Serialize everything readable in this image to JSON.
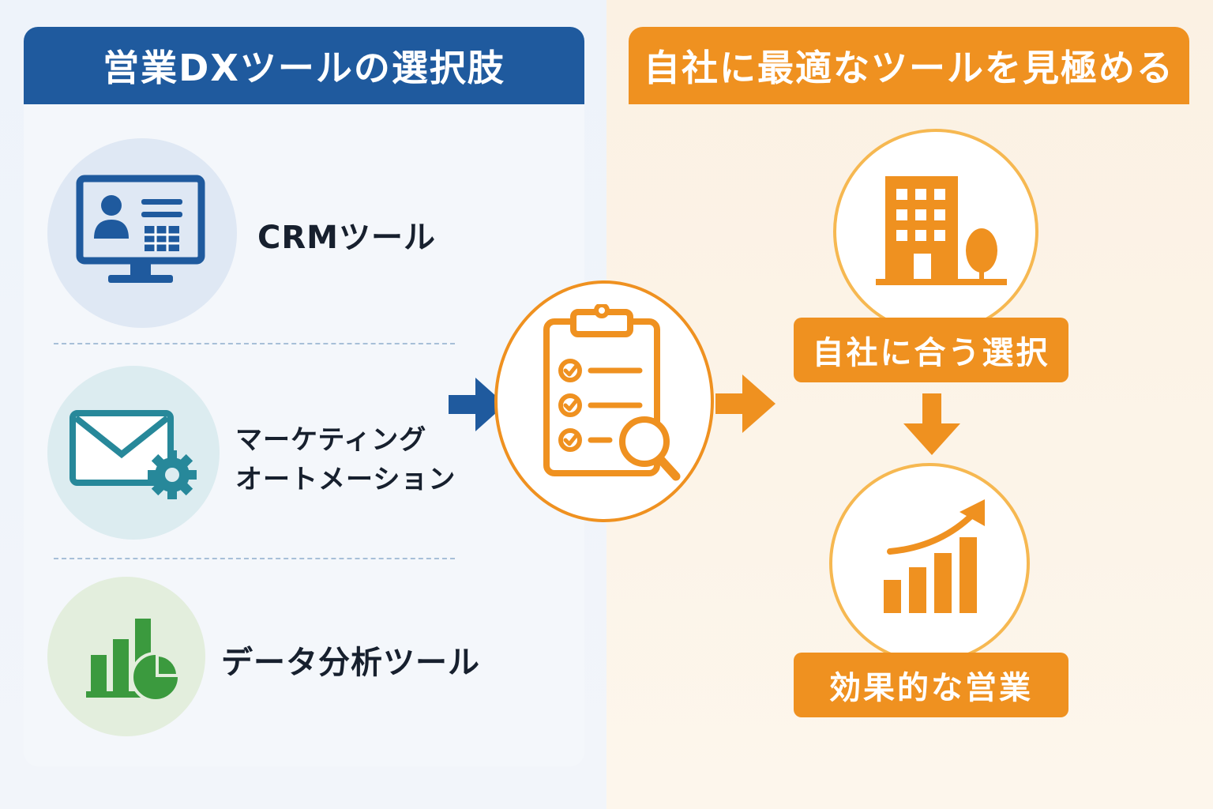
{
  "left_panel": {
    "title": "営業DXツールの選択肢",
    "tools": [
      {
        "label": "CRMツール",
        "icon": "crm-monitor-icon",
        "color": "#1f5a9e"
      },
      {
        "label_line1": "マーケティング",
        "label_line2": "オートメーション",
        "icon": "mail-gear-icon",
        "color": "#27889a"
      },
      {
        "label": "データ分析ツール",
        "icon": "bar-pie-chart-icon",
        "color": "#3b9a3e"
      }
    ]
  },
  "right_panel": {
    "title": "自社に最適なツールを見極める",
    "step1": "自社に合う選択",
    "step2": "効果的な営業"
  },
  "icons": {
    "center": "checklist-magnifier-icon",
    "company": "office-building-icon",
    "growth": "growth-chart-icon"
  },
  "colors": {
    "blue": "#1f5a9e",
    "orange": "#ef9120",
    "teal": "#27889a",
    "green": "#3b9a3e"
  }
}
